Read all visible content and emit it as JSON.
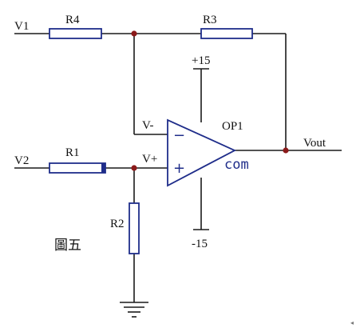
{
  "labels": {
    "v1": "V1",
    "v2": "V2",
    "vout": "Vout",
    "r1": "R1",
    "r2": "R2",
    "r3": "R3",
    "r4": "R4",
    "op": "OP1",
    "vminus": "V-",
    "vplus": "V+",
    "minus": "−",
    "plus": "+",
    "com": "com",
    "vcc_pos": "+15",
    "vcc_neg": "-15",
    "caption": "圖五",
    "corner_mark": "◂"
  },
  "colors": {
    "component": "#1f2d8a",
    "wire": "#1a1a1a",
    "node": "#8b1a1a"
  }
}
